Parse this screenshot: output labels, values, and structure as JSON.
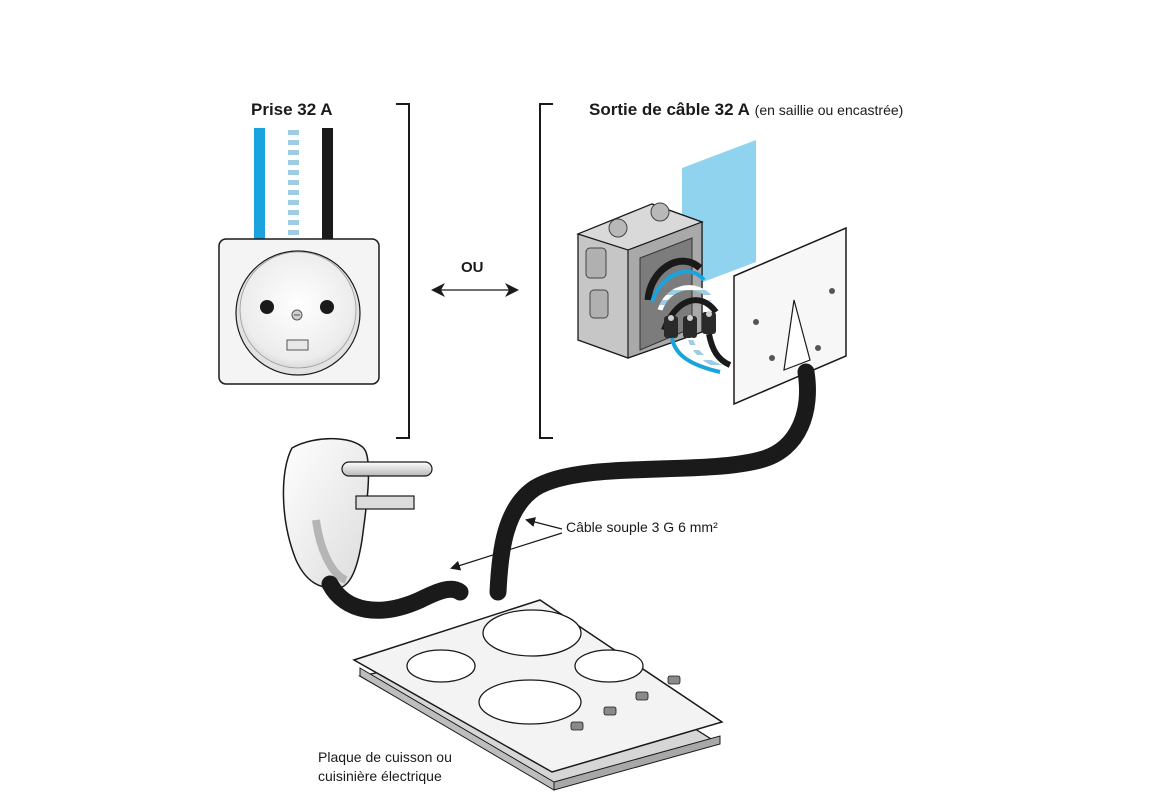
{
  "labels": {
    "socket_title": "Prise 32 A",
    "cable_outlet_title": "Sortie de câble 32 A",
    "cable_outlet_subtitle": "(en saillie ou encastrée)",
    "or": "OU",
    "cable": "Câble souple 3 G 6 mm²",
    "hob_line1": "Plaque de cuisson ou",
    "hob_line2": "cuisinière électrique"
  },
  "colors": {
    "wire_blue": "#1aa3dc",
    "wire_striped": "#9ecde3",
    "wire_black": "#1a1a1a",
    "wall_panel": "#8fd3ef",
    "device_fill": "#f4f4f4",
    "line": "#1a1a1a",
    "grey_box": "#bdbdbd"
  },
  "icons": [
    "socket-icon",
    "plug-icon",
    "junction-box-icon",
    "cover-plate-icon",
    "cooktop-icon"
  ]
}
